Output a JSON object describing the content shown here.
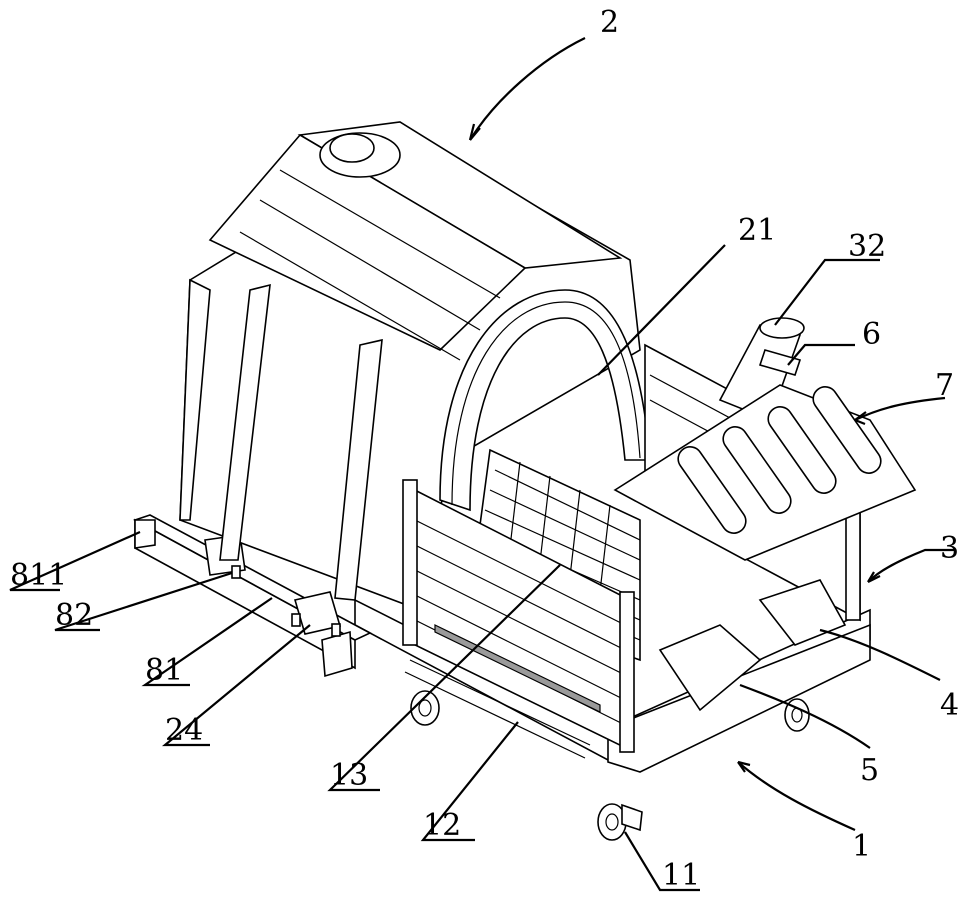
{
  "figure": {
    "labels": [
      {
        "id": "lbl-2",
        "text": "2"
      },
      {
        "id": "lbl-21",
        "text": "21"
      },
      {
        "id": "lbl-32",
        "text": "32"
      },
      {
        "id": "lbl-6",
        "text": "6"
      },
      {
        "id": "lbl-7",
        "text": "7"
      },
      {
        "id": "lbl-3",
        "text": "3"
      },
      {
        "id": "lbl-4",
        "text": "4"
      },
      {
        "id": "lbl-5",
        "text": "5"
      },
      {
        "id": "lbl-1",
        "text": "1"
      },
      {
        "id": "lbl-11",
        "text": "11"
      },
      {
        "id": "lbl-12",
        "text": "12"
      },
      {
        "id": "lbl-13",
        "text": "13"
      },
      {
        "id": "lbl-24",
        "text": "24"
      },
      {
        "id": "lbl-81",
        "text": "81"
      },
      {
        "id": "lbl-82",
        "text": "82"
      },
      {
        "id": "lbl-811",
        "text": "811"
      }
    ]
  }
}
